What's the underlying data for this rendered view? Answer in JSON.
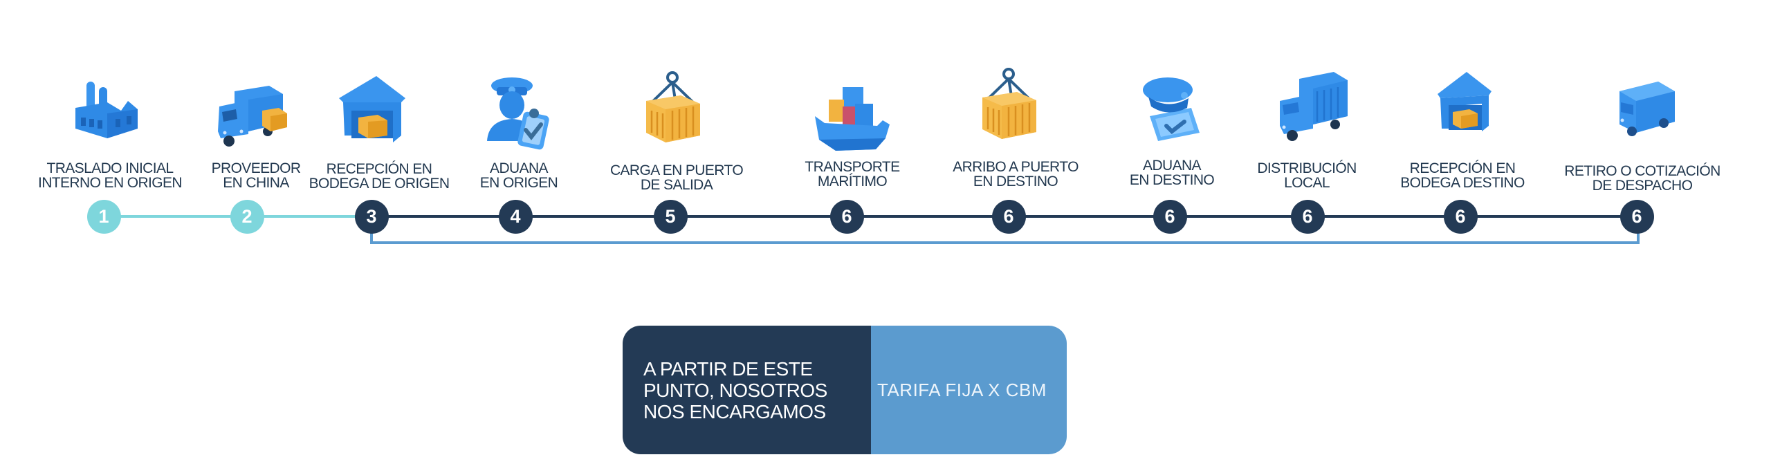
{
  "colors": {
    "done": "#7ed6dc",
    "active": "#233a55",
    "bracket": "#5b9bd0",
    "text": "#22384f",
    "icon_blue": "#2f8ae6",
    "icon_orange": "#f2b340"
  },
  "steps": [
    {
      "num": "1",
      "line1": "TRASLADO INICIAL",
      "line2": "INTERNO EN ORIGEN",
      "icon": "factory-icon",
      "state": "done"
    },
    {
      "num": "2",
      "line1": "PROVEEDOR",
      "line2": "EN CHINA",
      "icon": "delivery-truck-icon",
      "state": "done"
    },
    {
      "num": "3",
      "line1": "RECEPCIÓN EN",
      "line2": "BODEGA DE ORIGEN",
      "icon": "warehouse-icon",
      "state": "active"
    },
    {
      "num": "4",
      "line1": "ADUANA",
      "line2": "EN ORIGEN",
      "icon": "customs-officer-icon",
      "state": "active"
    },
    {
      "num": "5",
      "line1": "CARGA EN PUERTO",
      "line2": "DE SALIDA",
      "icon": "hoisted-crate-icon",
      "state": "active"
    },
    {
      "num": "6",
      "line1": "TRANSPORTE",
      "line2": "MARÍTIMO",
      "icon": "cargo-ship-icon",
      "state": "active"
    },
    {
      "num": "6",
      "line1": "ARRIBO A PUERTO",
      "line2": "EN DESTINO",
      "icon": "hoisted-crate-icon",
      "state": "active"
    },
    {
      "num": "6",
      "line1": "ADUANA",
      "line2": "EN DESTINO",
      "icon": "customs-stamp-icon",
      "state": "active"
    },
    {
      "num": "6",
      "line1": "DISTRIBUCIÓN",
      "line2": "LOCAL",
      "icon": "cargo-truck-icon",
      "state": "active"
    },
    {
      "num": "6",
      "line1": "RECEPCIÓN EN",
      "line2": "BODEGA DESTINO",
      "icon": "warehouse-icon",
      "state": "active"
    },
    {
      "num": "6",
      "line1": "RETIRO O COTIZACIÓN",
      "line2": "DE DESPACHO",
      "icon": "van-icon",
      "state": "active"
    }
  ],
  "cta": {
    "left_lines": [
      "A PARTIR DE ESTE",
      "PUNTO, NOSOTROS",
      "NOS ENCARGAMOS"
    ],
    "right": "TARIFA FIJA X CBM"
  }
}
